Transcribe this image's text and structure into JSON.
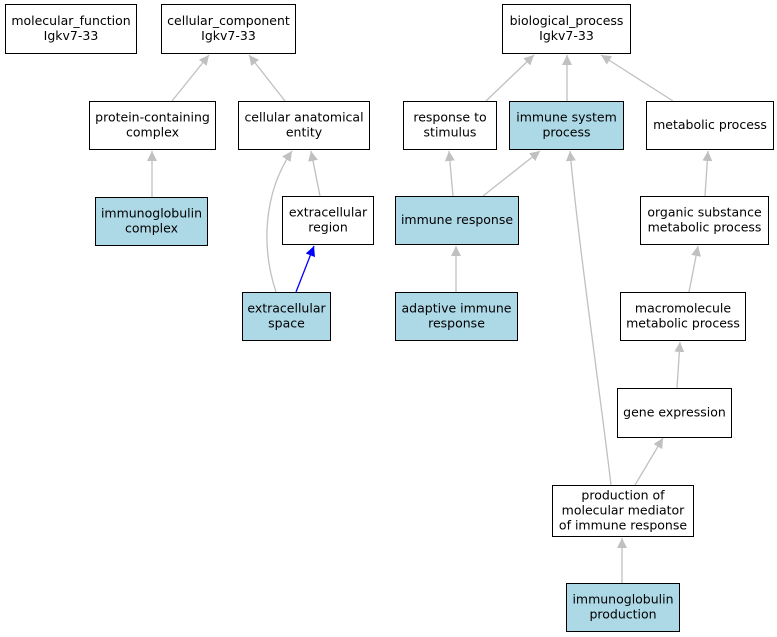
{
  "colors": {
    "highlight_fill": "#add8e6",
    "default_fill": "#ffffff",
    "edge_gray": "#c0c0c0",
    "edge_blue": "#0000ff"
  },
  "nodes": [
    {
      "id": "molecular_function",
      "lines": [
        "molecular_function",
        "Igkv7-33"
      ],
      "highlight": false
    },
    {
      "id": "cellular_component",
      "lines": [
        "cellular_component",
        "Igkv7-33"
      ],
      "highlight": false
    },
    {
      "id": "biological_process",
      "lines": [
        "biological_process",
        "Igkv7-33"
      ],
      "highlight": false
    },
    {
      "id": "protein_containing_complex",
      "lines": [
        "protein-containing",
        "complex"
      ],
      "highlight": false
    },
    {
      "id": "cellular_anatomical_entity",
      "lines": [
        "cellular anatomical",
        "entity"
      ],
      "highlight": false
    },
    {
      "id": "response_to_stimulus",
      "lines": [
        "response to",
        "stimulus"
      ],
      "highlight": false
    },
    {
      "id": "immune_system_process",
      "lines": [
        "immune system",
        "process"
      ],
      "highlight": true
    },
    {
      "id": "metabolic_process",
      "lines": [
        "metabolic process"
      ],
      "highlight": false
    },
    {
      "id": "immunoglobulin_complex",
      "lines": [
        "immunoglobulin",
        "complex"
      ],
      "highlight": true
    },
    {
      "id": "extracellular_region",
      "lines": [
        "extracellular",
        "region"
      ],
      "highlight": false
    },
    {
      "id": "immune_response",
      "lines": [
        "immune response"
      ],
      "highlight": true
    },
    {
      "id": "organic_substance_metabolic_process",
      "lines": [
        "organic substance",
        "metabolic process"
      ],
      "highlight": false
    },
    {
      "id": "extracellular_space",
      "lines": [
        "extracellular",
        "space"
      ],
      "highlight": true
    },
    {
      "id": "adaptive_immune_response",
      "lines": [
        "adaptive immune",
        "response"
      ],
      "highlight": true
    },
    {
      "id": "macromolecule_metabolic_process",
      "lines": [
        "macromolecule",
        "metabolic process"
      ],
      "highlight": false
    },
    {
      "id": "gene_expression",
      "lines": [
        "gene expression"
      ],
      "highlight": false
    },
    {
      "id": "production_of_molecular_mediator",
      "lines": [
        "production of",
        "molecular mediator",
        "of immune response"
      ],
      "highlight": false
    },
    {
      "id": "immunoglobulin_production",
      "lines": [
        "immunoglobulin",
        "production"
      ],
      "highlight": true
    }
  ],
  "edges": [
    {
      "from": "protein_containing_complex",
      "to": "cellular_component",
      "color": "gray"
    },
    {
      "from": "cellular_anatomical_entity",
      "to": "cellular_component",
      "color": "gray"
    },
    {
      "from": "immunoglobulin_complex",
      "to": "protein_containing_complex",
      "color": "gray"
    },
    {
      "from": "extracellular_region",
      "to": "cellular_anatomical_entity",
      "color": "gray"
    },
    {
      "from": "extracellular_space",
      "to": "cellular_anatomical_entity",
      "color": "gray"
    },
    {
      "from": "extracellular_space",
      "to": "extracellular_region",
      "color": "blue"
    },
    {
      "from": "response_to_stimulus",
      "to": "biological_process",
      "color": "gray"
    },
    {
      "from": "immune_system_process",
      "to": "biological_process",
      "color": "gray"
    },
    {
      "from": "metabolic_process",
      "to": "biological_process",
      "color": "gray"
    },
    {
      "from": "immune_response",
      "to": "response_to_stimulus",
      "color": "gray"
    },
    {
      "from": "immune_response",
      "to": "immune_system_process",
      "color": "gray"
    },
    {
      "from": "adaptive_immune_response",
      "to": "immune_response",
      "color": "gray"
    },
    {
      "from": "organic_substance_metabolic_process",
      "to": "metabolic_process",
      "color": "gray"
    },
    {
      "from": "macromolecule_metabolic_process",
      "to": "organic_substance_metabolic_process",
      "color": "gray"
    },
    {
      "from": "gene_expression",
      "to": "macromolecule_metabolic_process",
      "color": "gray"
    },
    {
      "from": "production_of_molecular_mediator",
      "to": "gene_expression",
      "color": "gray"
    },
    {
      "from": "production_of_molecular_mediator",
      "to": "immune_system_process",
      "color": "gray"
    },
    {
      "from": "immunoglobulin_production",
      "to": "production_of_molecular_mediator",
      "color": "gray"
    }
  ]
}
